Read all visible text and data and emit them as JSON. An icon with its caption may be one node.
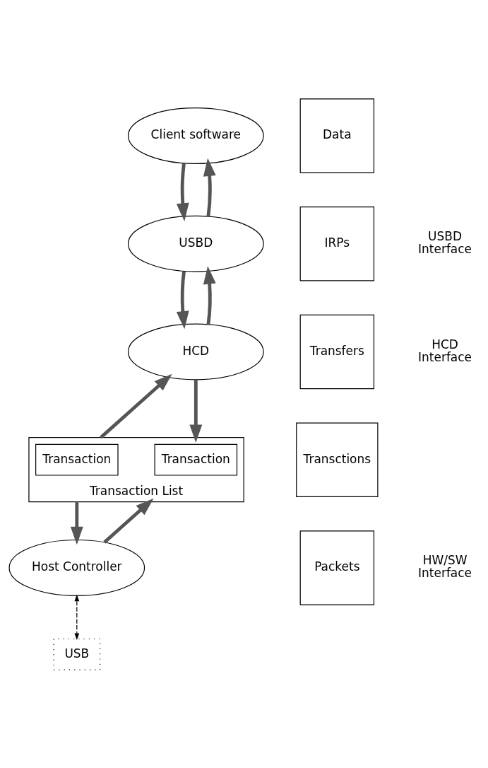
{
  "diagram": {
    "nodes": [
      {
        "text": [
          "Client software"
        ]
      },
      {
        "text": [
          "Data"
        ]
      },
      {
        "text": [
          "IRPs"
        ]
      },
      {
        "text": [
          "USBD"
        ]
      },
      {
        "text": [
          "Transfers"
        ]
      },
      {
        "text": [
          "HCD"
        ]
      },
      {
        "text": [
          "Transaction List"
        ]
      },
      {
        "text": [
          "Transaction"
        ],
        "in": 6
      },
      {
        "text": [
          "Transaction"
        ],
        "in": 6
      },
      {
        "text": [
          "Transctions"
        ]
      },
      {
        "text": [
          "Host Controller"
        ]
      },
      {
        "text": [
          "Packets"
        ]
      },
      {
        "text": [
          "USB"
        ]
      }
    ],
    "edges": [
      {
        "from": 0,
        "to": 3,
        "arrow": "to"
      },
      {
        "from": 3,
        "to": 0,
        "arrow": "to"
      },
      {
        "from": 3,
        "to": 5,
        "arrow": "to"
      },
      {
        "from": 5,
        "to": 3,
        "arrow": "to"
      },
      {
        "from": 5,
        "to": 6,
        "arrow": "to"
      },
      {
        "from": 6,
        "to": 5,
        "arrow": "to"
      },
      {
        "from": 6,
        "to": 10,
        "arrow": "to"
      },
      {
        "from": 10,
        "to": 6,
        "arrow": "to"
      },
      {
        "from": 10,
        "to": 12,
        "arrow": "both",
        "style": "dashed"
      }
    ],
    "labels": [
      "USBD Interface",
      "HCD Interface",
      "HW/SW Interface"
    ]
  }
}
